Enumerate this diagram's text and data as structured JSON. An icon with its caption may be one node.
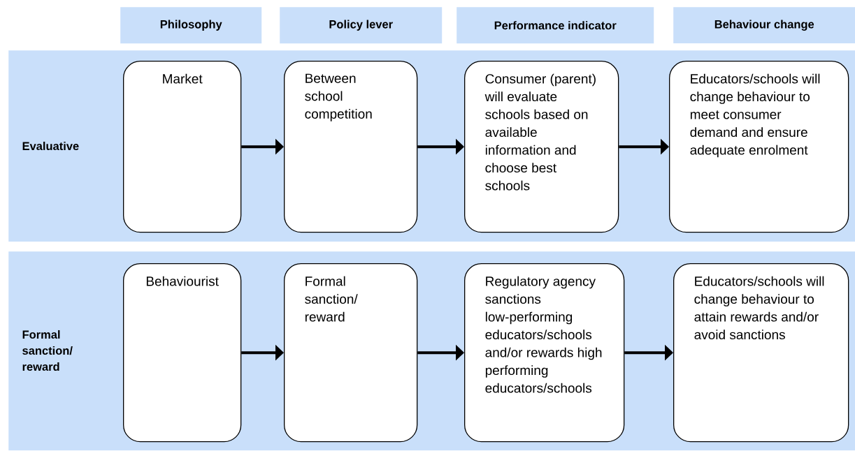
{
  "diagram": {
    "nodes": [
      {
        "text": [
          "Philosophy"
        ]
      },
      {
        "text": [
          "Policy lever"
        ]
      },
      {
        "text": [
          "Performance indicator"
        ]
      },
      {
        "text": [
          "Behaviour change"
        ]
      },
      {
        "text": [
          "Evaluative"
        ]
      },
      {
        "text": [
          "Market"
        ],
        "in": 4
      },
      {
        "text": [
          "Between school competition"
        ],
        "in": 4
      },
      {
        "text": [
          "Consumer (parent) will evaluate schools based on available information and choose best schools"
        ],
        "in": 4
      },
      {
        "text": [
          "Educators/schools will change behaviour to meet consumer demand and ensure adequate enrolment"
        ],
        "in": 4
      },
      {
        "text": [
          "Formal sanction/ reward"
        ]
      },
      {
        "text": [
          "Behaviourist"
        ],
        "in": 9
      },
      {
        "text": [
          "Formal sanction/ reward"
        ],
        "in": 9
      },
      {
        "text": [
          "Regulatory agency sanctions low-performing educators/schools and/or rewards high performing educators/schools"
        ],
        "in": 9
      },
      {
        "text": [
          "Educators/schools will change behaviour to attain rewards and/or avoid sanctions"
        ],
        "in": 9
      }
    ],
    "edges": [
      {
        "from": 5,
        "to": 6,
        "arrow": "to"
      },
      {
        "from": 6,
        "to": 7,
        "arrow": "to"
      },
      {
        "from": 7,
        "to": 8,
        "arrow": "to"
      },
      {
        "from": 10,
        "to": 11,
        "arrow": "to"
      },
      {
        "from": 11,
        "to": 12,
        "arrow": "to"
      },
      {
        "from": 12,
        "to": 13,
        "arrow": "to"
      }
    ]
  }
}
